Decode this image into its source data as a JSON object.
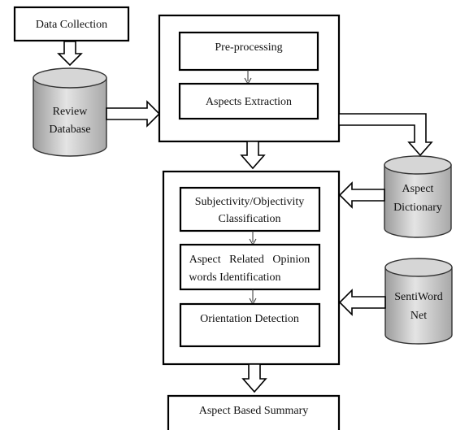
{
  "nodes": {
    "data_collection": "Data Collection",
    "review_db_line1": "Review",
    "review_db_line2": "Database",
    "preprocessing": "Pre-processing",
    "aspects_extraction": "Aspects Extraction",
    "aspect_dict_line1": "Aspect",
    "aspect_dict_line2": "Dictionary",
    "subjectivity_line1": "Subjectivity/Objectivity",
    "subjectivity_line2": "Classification",
    "opinion_line1": "Aspect   Related   Opinion",
    "opinion_line2": "words Identification",
    "orientation": "Orientation Detection",
    "sentiword_line1": "SentiWord",
    "sentiword_line2": "Net",
    "summary": "Aspect Based Summary"
  }
}
